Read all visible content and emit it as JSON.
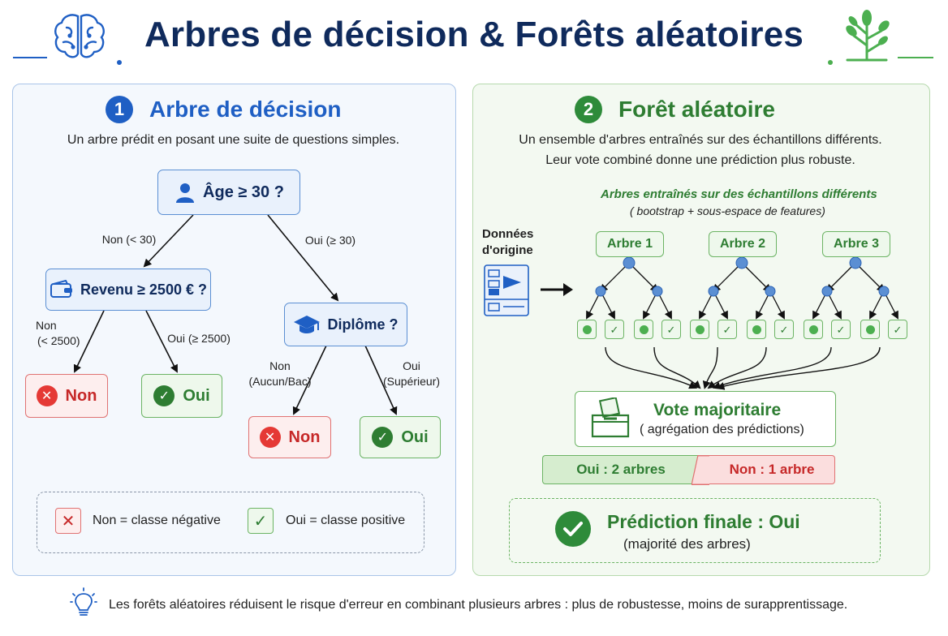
{
  "title": "Arbres de décision & Forêts aléatoires",
  "left": {
    "number": "1",
    "heading": "Arbre de décision",
    "subtitle": "Un arbre prédit en posant une suite de questions simples.",
    "root": "Âge ≥ 30 ?",
    "edge_root_left": "Non (< 30)",
    "edge_root_right": "Oui (≥ 30)",
    "node_revenue": "Revenu ≥ 2500 € ?",
    "node_diplome": "Diplôme ?",
    "edge_rev_left_1": "Non",
    "edge_rev_left_2": "(< 2500)",
    "edge_rev_right": "Oui (≥ 2500)",
    "edge_dip_left_1": "Non",
    "edge_dip_left_2": "(Aucun/Bac)",
    "edge_dip_right_1": "Oui",
    "edge_dip_right_2": "(Supérieur)",
    "leaf_no": "Non",
    "leaf_yes": "Oui",
    "legend_no": "Non = classe négative",
    "legend_yes": "Oui = classe positive"
  },
  "right": {
    "number": "2",
    "heading": "Forêt aléatoire",
    "subtitle_1": "Un ensemble d'arbres entraînés sur des échantillons différents.",
    "subtitle_2": "Leur vote combiné donne une prédiction plus robuste.",
    "trees_title": "Arbres entraînés sur des échantillons différents",
    "trees_note": "( bootstrap + sous-espace de features)",
    "data_label_1": "Données",
    "data_label_2": "d'origine",
    "trees": [
      "Arbre 1",
      "Arbre 2",
      "Arbre 3"
    ],
    "vote_title": "Vote majoritaire",
    "vote_sub": "( agrégation des prédictions)",
    "result_yes": "Oui : 2 arbres",
    "result_no": "Non : 1 arbre",
    "final_title": "Prédiction finale : Oui",
    "final_sub": "(majorité des arbres)"
  },
  "footer": "Les forêts aléatoires réduisent le risque d'erreur en combinant plusieurs arbres : plus de robustesse, moins de surapprentissage.",
  "colors": {
    "navy": "#0f2a5c",
    "blue": "#1f5fc4",
    "green": "#2e7d32",
    "red": "#c62828"
  }
}
